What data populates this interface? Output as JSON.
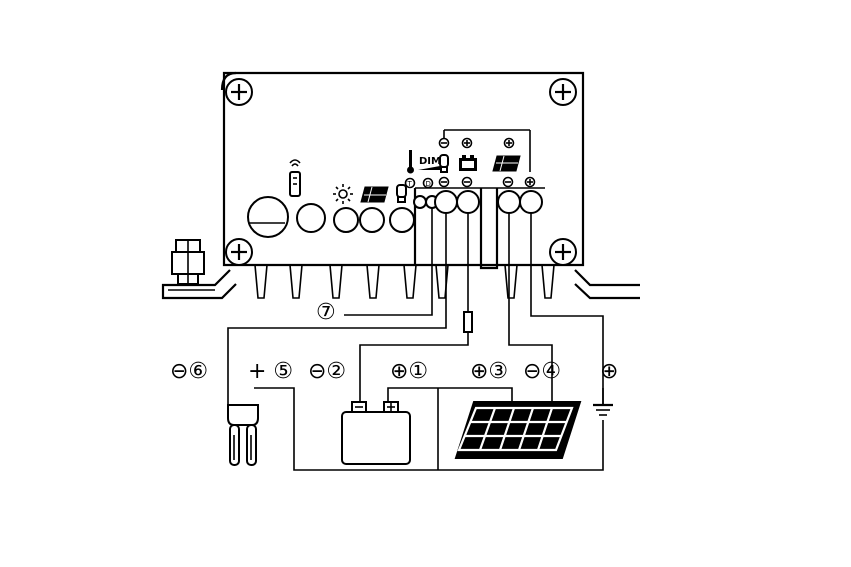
{
  "device": {
    "dim_label": "DIM",
    "small_terminal_labels": [
      "T",
      "D"
    ]
  },
  "connections": {
    "lamp_minus": "⊖⑥",
    "lamp_plus": "+ ⑤",
    "battery_minus": "⊖②",
    "battery_plus": "⊕①",
    "panel_plus": "⊕③",
    "panel_minus": "⊖④",
    "ground": "⊕",
    "sensor_wire": "⑦"
  },
  "icons": [
    "screw-icon",
    "thermometer-icon",
    "lamp-icon",
    "battery-icon",
    "solar-panel-icon",
    "sun-icon",
    "remote-icon",
    "ground-icon",
    "fuse-icon"
  ]
}
